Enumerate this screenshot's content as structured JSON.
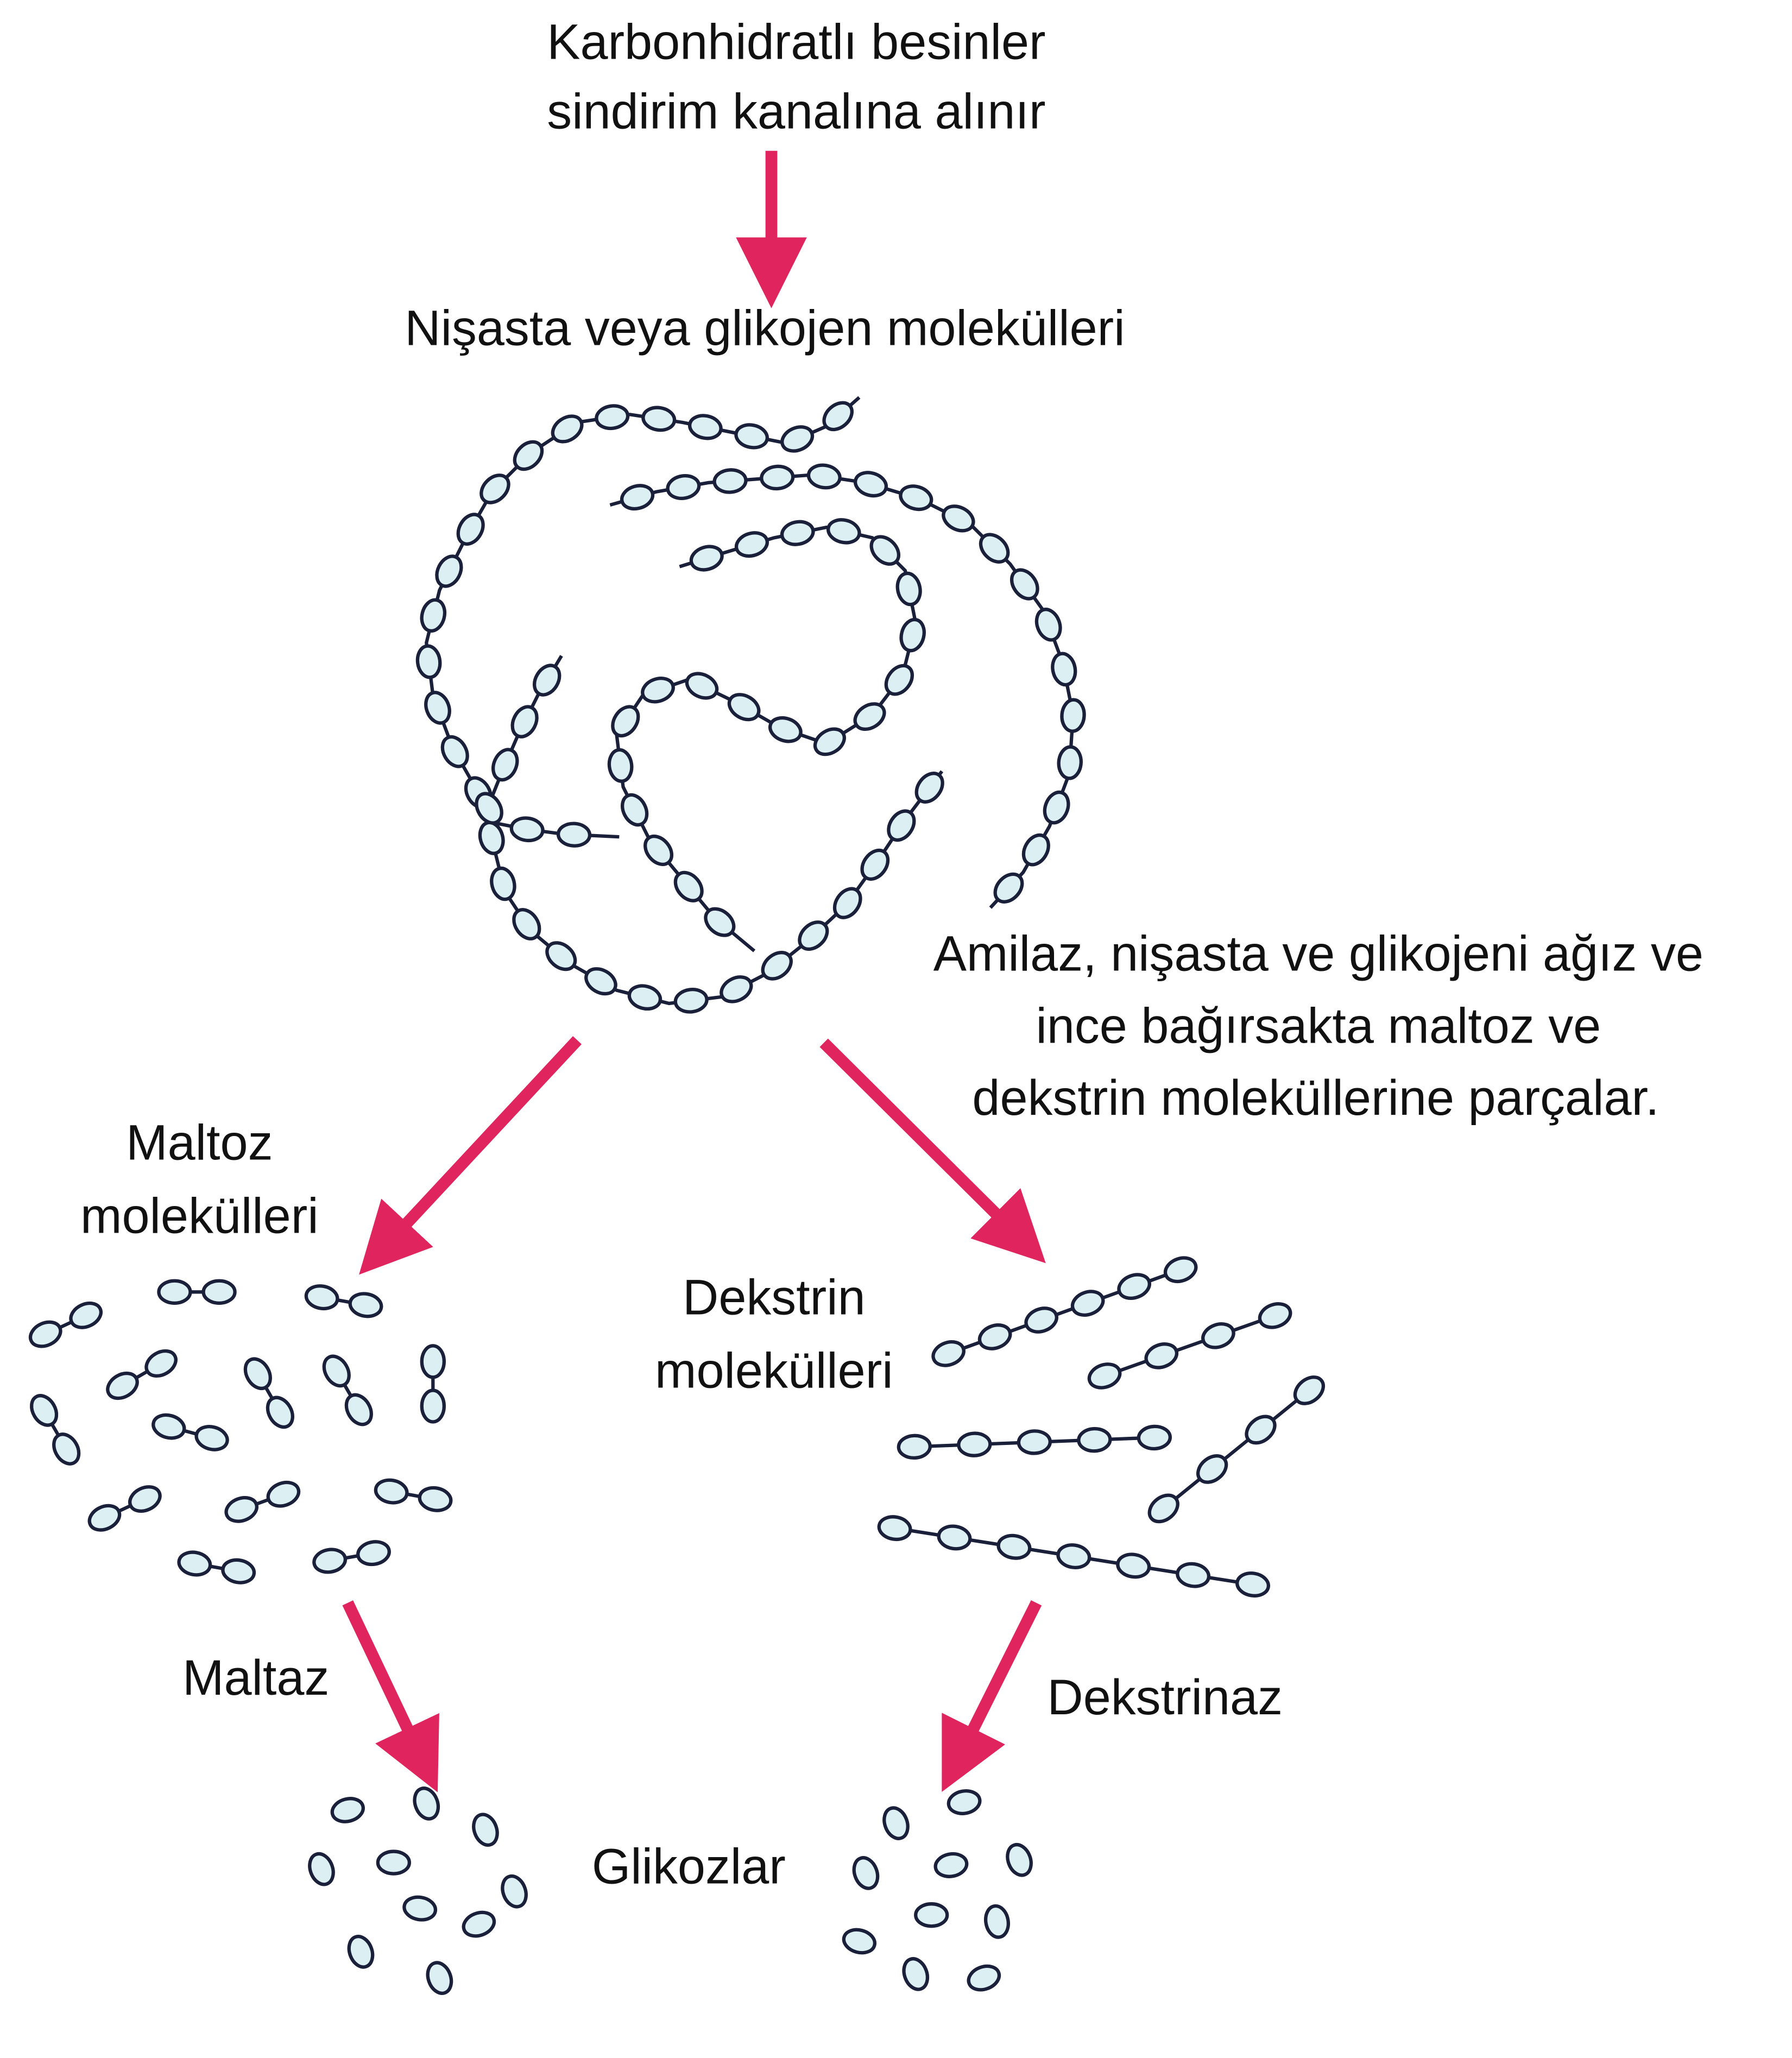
{
  "title": {
    "line1": "Karbonhidratlı besinler",
    "line2": "sindirim kanalına alınır"
  },
  "starch_label": "Nişasta veya glikojen molekülleri",
  "amylase_text": {
    "line1": "Amilaz, nişasta ve glikojeni ağız ve",
    "line2": "ince bağırsakta maltoz ve",
    "line3": "dekstrin moleküllerine parçalar."
  },
  "maltose_label": {
    "line1": "Maltoz",
    "line2": "molekülleri"
  },
  "dextrin_label": {
    "line1": "Dekstrin",
    "line2": "molekülleri"
  },
  "maltase_label": "Maltaz",
  "dextrinase_label": "Dekstrinaz",
  "glucose_label": "Glikozlar",
  "colors": {
    "arrow": "#e0245e",
    "bead_fill": "#dcf0f4",
    "bead_stroke": "#1a1f3a"
  }
}
